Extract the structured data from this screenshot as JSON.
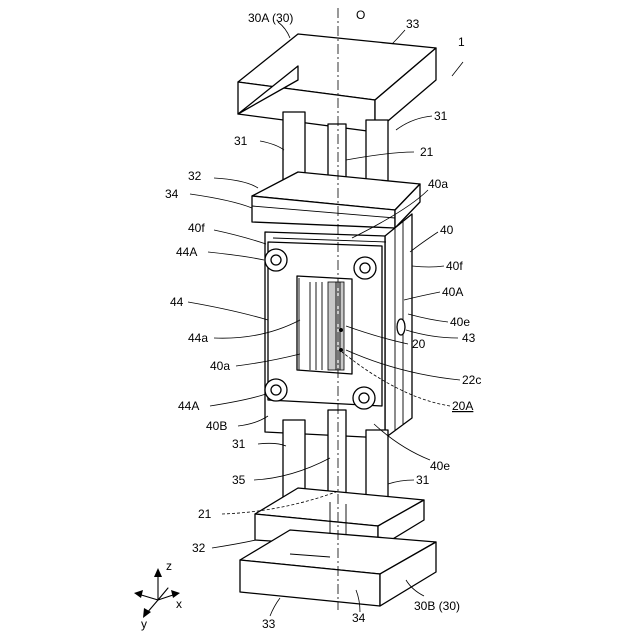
{
  "figure": {
    "labels": {
      "axis_O": "O",
      "ref_1": "1",
      "top_block": "30A (30)",
      "top_33": "33",
      "top_31_left": "31",
      "top_31_right": "31",
      "top_21": "21",
      "top_32": "32",
      "top_34": "34",
      "ref_40a_top": "40a",
      "ref_40f_left": "40f",
      "ref_40": "40",
      "ref_44A_top": "44A",
      "ref_40f_right": "40f",
      "ref_40A": "40A",
      "ref_44": "44",
      "ref_40e_upper": "40e",
      "ref_44a": "44a",
      "ref_43": "43",
      "ref_20": "20",
      "ref_40a_mid": "40a",
      "ref_22c": "22c",
      "ref_44A_bottom": "44A",
      "ref_20A": "20A",
      "ref_40B": "40B",
      "bottom_31_left": "31",
      "ref_40e_lower": "40e",
      "ref_35": "35",
      "bottom_31_right": "31",
      "bottom_21": "21",
      "bottom_32": "32",
      "bottom_block": "30B (30)",
      "bottom_33": "33",
      "bottom_34": "34",
      "axis_z": "z",
      "axis_x": "x",
      "axis_y": "y"
    }
  }
}
